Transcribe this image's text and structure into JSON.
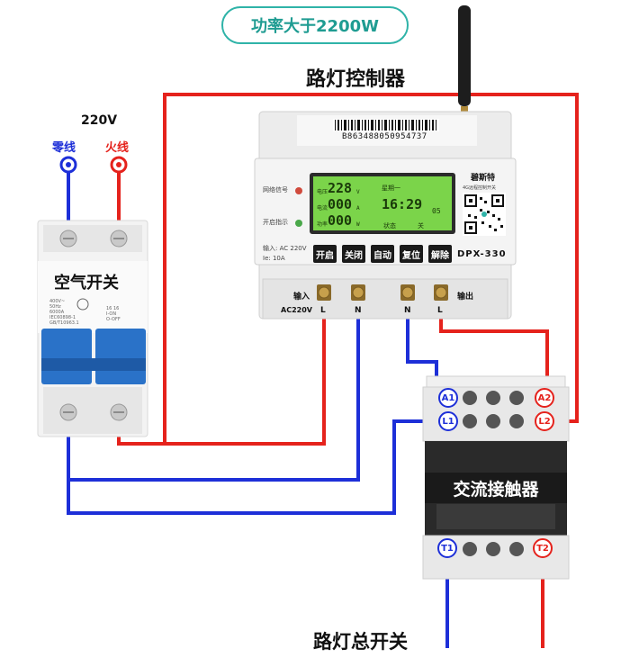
{
  "header": {
    "badge": "功率大于2200W",
    "controller_title": "路灯控制器",
    "bottom_title": "路灯总开关"
  },
  "supply": {
    "voltage": "220V",
    "neutral": "零线",
    "live": "火线"
  },
  "breaker": {
    "name": "空气开关",
    "print_left": [
      "400V~",
      "50Hz",
      "6000A",
      "IEC60898-1",
      "GB/T10963.1"
    ],
    "print_right": [
      "16 16",
      "I-ON",
      "O-OFF"
    ]
  },
  "controller": {
    "barcode": "B863488050954737",
    "indicator_signal": "网络信号",
    "indicator_on": "开启指示",
    "input_rating": "输入: AC 220V",
    "current_rating": "Ie: 10A",
    "lcd": {
      "voltage_label": "电压",
      "voltage": "228",
      "voltage_unit": "V",
      "current_label": "电流",
      "current": "000",
      "current_unit": "A",
      "power_label": "功率",
      "power": "000",
      "power_unit": "W",
      "weekday": "星期一",
      "time": "16:29",
      "seconds": "05",
      "status_label": "状态",
      "status_value": "关"
    },
    "buttons": [
      "开启",
      "关闭",
      "自动",
      "复位",
      "解除"
    ],
    "brand": "碧斯特",
    "brand_sub": "4G远程控制开关",
    "model": "DPX-330",
    "terminals": {
      "input": "输入",
      "output": "输出",
      "ac": "AC220V",
      "labels": [
        "L",
        "N",
        "N",
        "L"
      ]
    }
  },
  "contactor": {
    "name": "交流接触器",
    "terminals": {
      "a1": "A1",
      "a2": "A2",
      "l1": "L1",
      "l2": "L2",
      "t1": "T1",
      "t2": "T2"
    }
  },
  "colors": {
    "live": "#e5221c",
    "neutral": "#1d2fd8",
    "accent": "#2fb3a8",
    "lcd": "#7bd44a"
  }
}
